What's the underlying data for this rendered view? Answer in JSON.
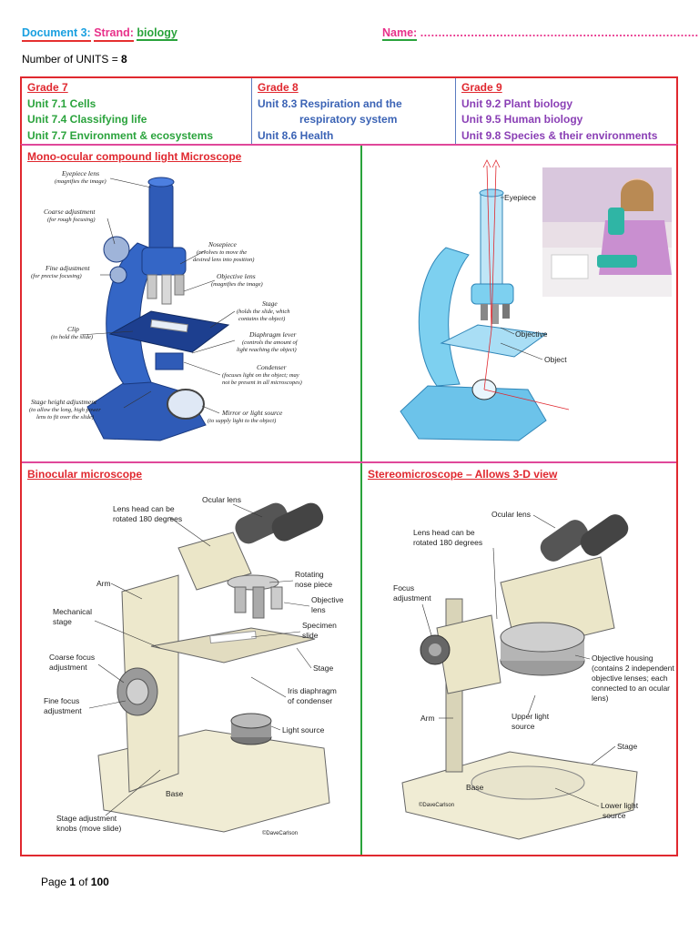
{
  "header": {
    "document": "Document 3:",
    "strand_label": "Strand:",
    "strand_value": "biology",
    "name_label": "Name:",
    "name_line": "............................................................................."
  },
  "units": {
    "label": "Number of UNITS =",
    "value": "8"
  },
  "grades": [
    {
      "title": "Grade 7",
      "units": [
        "Unit 7.1 Cells",
        "Unit 7.4 Classifying life",
        "Unit 7.7 Environment & ecosystems"
      ]
    },
    {
      "title": "Grade 8",
      "units": [
        "Unit 8.3 Respiration and the",
        "respiratory system",
        "Unit 8.6 Health"
      ]
    },
    {
      "title": "Grade 9",
      "units": [
        "Unit 9.2 Plant biology",
        "Unit 9.5 Human biology",
        "Unit 9.8 Species & their environments"
      ]
    }
  ],
  "sections": {
    "mono": {
      "title": "Mono-ocular compound light Microscope",
      "labels": {
        "eyepiece": "Eyepiece lens",
        "eyepiece_note": "(magnifies the image)",
        "coarse": "Coarse adjustment",
        "coarse_note": "(for rough focusing)",
        "fine": "Fine adjustment",
        "fine_note": "(for precise focusing)",
        "clip": "Clip",
        "clip_note": "(to hold the slide)",
        "stage_height": "Stage height adjustment",
        "stage_height_note1": "(to allow the long, high power",
        "stage_height_note2": "lens to fit over the slide)",
        "nosepiece": "Nosepiece",
        "nosepiece_note1": "(revolves to move the",
        "nosepiece_note2": "desired lens into position)",
        "objective": "Objective lens",
        "objective_note": "(magnifies the image)",
        "stage": "Stage",
        "stage_note1": "(holds the slide, which",
        "stage_note2": "contains the object)",
        "diaphragm": "Diaphragm lever",
        "diaphragm_note1": "(controls the amount of",
        "diaphragm_note2": "light reaching the object)",
        "condenser": "Condenser",
        "condenser_note1": "(focuses light on the object; may",
        "condenser_note2": "not be present in all microscopes)",
        "mirror": "Mirror or light source",
        "mirror_note": "(to supply light to the object)"
      }
    },
    "diagram2": {
      "labels": {
        "eyepiece": "Eyepiece",
        "objective": "Objective",
        "object": "Object"
      }
    },
    "binocular": {
      "title": "Binocular microscope",
      "labels": {
        "lens_head1": "Lens head can be",
        "lens_head2": "rotated 180 degrees",
        "ocular": "Ocular lens",
        "arm": "Arm",
        "mech1": "Mechanical",
        "mech2": "stage",
        "rot1": "Rotating",
        "rot2": "nose piece",
        "obj1": "Objective",
        "obj2": "lens",
        "spec1": "Specimen",
        "spec2": "slide",
        "coarse1": "Coarse focus",
        "coarse2": "adjustment",
        "stage": "Stage",
        "fine1": "Fine focus",
        "fine2": "adjustment",
        "iris1": "Iris diaphragm",
        "iris2": "of condenser",
        "light": "Light source",
        "base": "Base",
        "knob1": "Stage adjustment",
        "knob2": "knobs (move slide)",
        "credit": "©DaveCarlson"
      }
    },
    "stereo": {
      "title": "Stereomicroscope – Allows 3-D view",
      "labels": {
        "ocular": "Ocular lens",
        "lens_head1": "Lens head can be",
        "lens_head2": "rotated 180 degrees",
        "focus1": "Focus",
        "focus2": "adjustment",
        "housing1": "Objective housing",
        "housing2": "(contains 2 independent",
        "housing3": "objective lenses; each",
        "housing4": "connected to an ocular",
        "housing5": "lens)",
        "arm": "Arm",
        "upper1": "Upper light",
        "upper2": "source",
        "stage": "Stage",
        "base": "Base",
        "credit": "©DaveCarlson",
        "lower1": "Lower light",
        "lower2": "source"
      }
    }
  },
  "footer": {
    "page_label": "Page",
    "page": "1",
    "of_label": "of",
    "total": "100"
  },
  "colors": {
    "red": "#e0282f",
    "pink": "#e0489a",
    "green": "#2aa33c",
    "blue": "#3b63b5",
    "purple": "#8a3fb5",
    "sky": "#1aa0e0"
  }
}
